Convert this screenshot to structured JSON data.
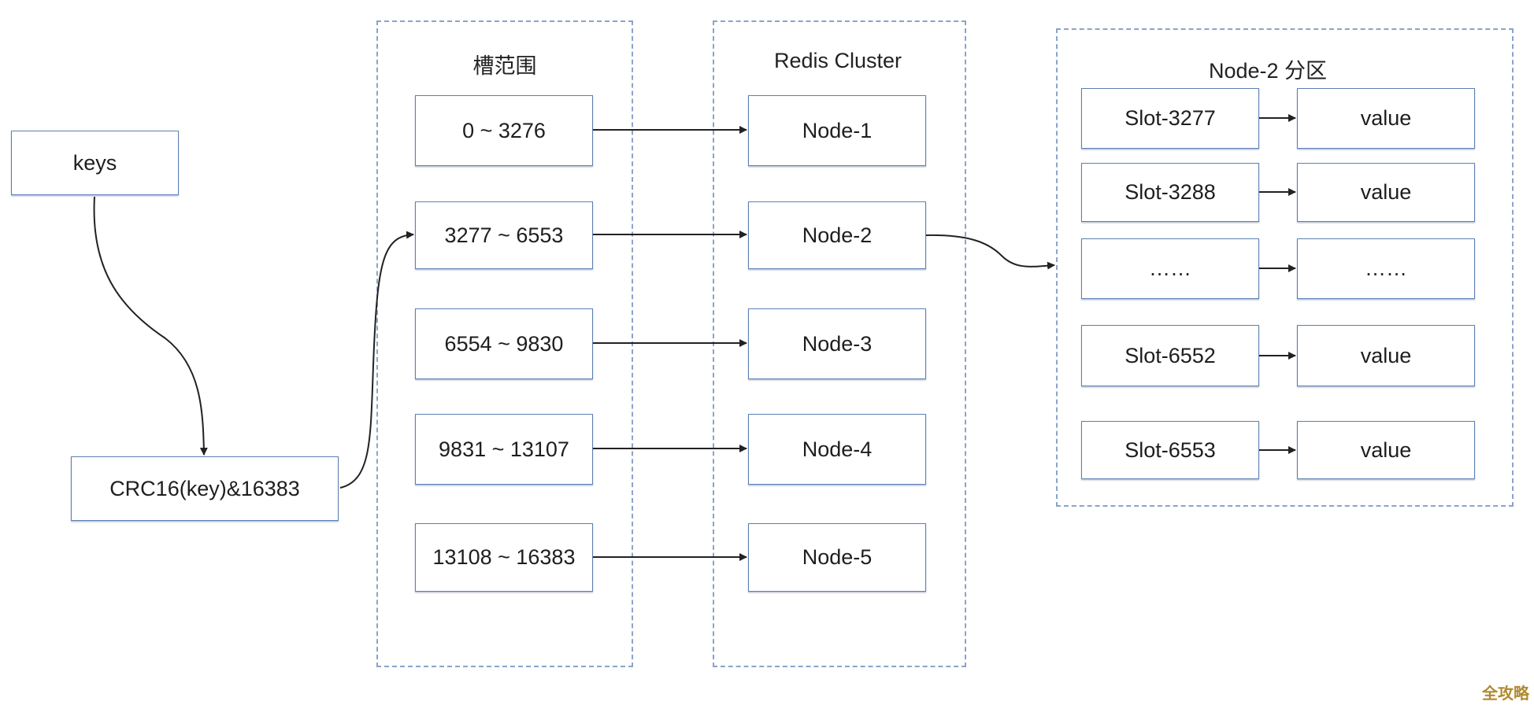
{
  "keys_label": "keys",
  "hash_label": "CRC16(key)&16383",
  "slot_group": {
    "title": "槽范围",
    "ranges": [
      "0 ~ 3276",
      "3277 ~ 6553",
      "6554 ~ 9830",
      "9831 ~ 13107",
      "13108 ~ 16383"
    ]
  },
  "cluster_group": {
    "title": "Redis Cluster",
    "nodes": [
      "Node-1",
      "Node-2",
      "Node-3",
      "Node-4",
      "Node-5"
    ]
  },
  "partition_group": {
    "title": "Node-2  分区",
    "rows": [
      {
        "slot": "Slot-3277",
        "value": "value"
      },
      {
        "slot": "Slot-3288",
        "value": "value"
      },
      {
        "slot": "……",
        "value": "……"
      },
      {
        "slot": "Slot-6552",
        "value": "value"
      },
      {
        "slot": "Slot-6553",
        "value": "value"
      }
    ]
  },
  "watermark": "全攻略",
  "colors": {
    "box_border": "#5b7fb3",
    "group_border": "#8aa4c8",
    "arrow": "#222222"
  }
}
